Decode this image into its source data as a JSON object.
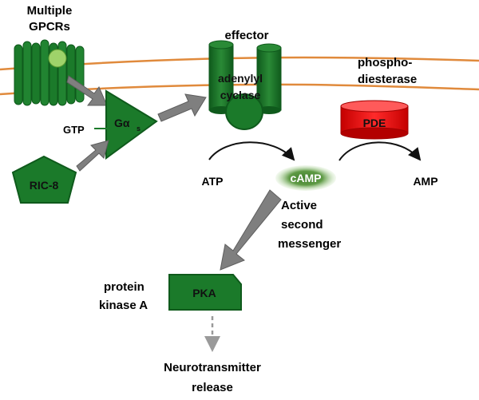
{
  "labels": {
    "gpcrs_line1": "Multiple",
    "gpcrs_line2": "GPCRs",
    "effector": "effector",
    "adenylyl": "adenylyl",
    "cyclase": "cyclase",
    "phospho_line1": "phospho-",
    "phospho_line2": "diesterase",
    "gtp": "GTP",
    "galpha": "Gα",
    "galpha_sub": "s",
    "ric8": "RIC-8",
    "pde": "PDE",
    "atp": "ATP",
    "camp": "cAMP",
    "amp": "AMP",
    "active_line1": "Active",
    "active_line2": "second",
    "active_line3": "messenger",
    "pka_line1": "protein",
    "pka_line2": "kinase A",
    "pka": "PKA",
    "nt_line1": "Neurotransmitter",
    "nt_line2": "release"
  },
  "colors": {
    "protein_green": "#1b7a2a",
    "protein_dark": "#0f5a1c",
    "membrane_orange": "#e08a3c",
    "pde_red": "#ff1a1a",
    "arrow_gray": "#7f7f7f",
    "camp_glow": "#9fce8a"
  }
}
